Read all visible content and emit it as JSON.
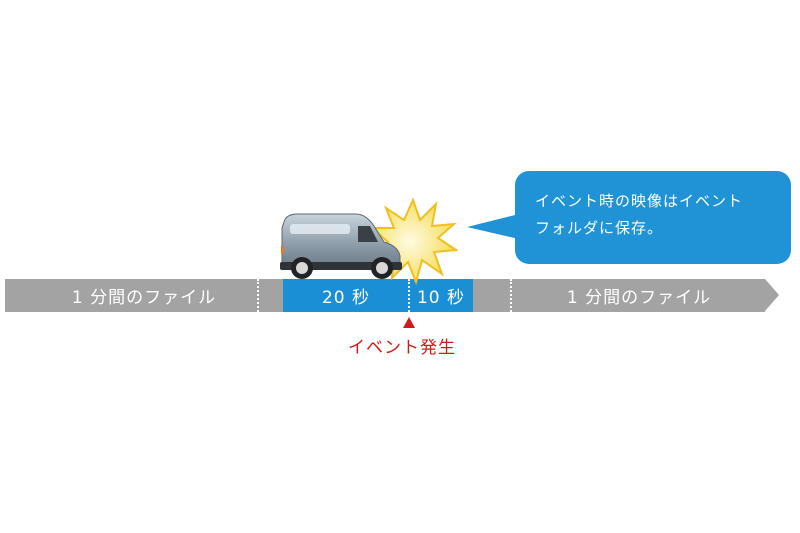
{
  "timeline": {
    "segments": [
      {
        "label": "1 分間のファイル",
        "type": "file",
        "color": "#a3a3a3"
      },
      {
        "label": "20 秒",
        "type": "pre-event",
        "color": "#1b8fd6"
      },
      {
        "label": "10 秒",
        "type": "post-event",
        "color": "#1b8fd6"
      },
      {
        "label": "1 分間のファイル",
        "type": "file",
        "color": "#a3a3a3"
      }
    ],
    "event_marker": {
      "label": "イベント発生",
      "color": "#d11a1a"
    }
  },
  "callout": {
    "line1": "イベント時の映像はイベント",
    "line2": "フォルダに保存。",
    "color": "#1f93d6"
  },
  "illustration": {
    "vehicle": "van-icon",
    "impact": "collision-flash-icon"
  }
}
